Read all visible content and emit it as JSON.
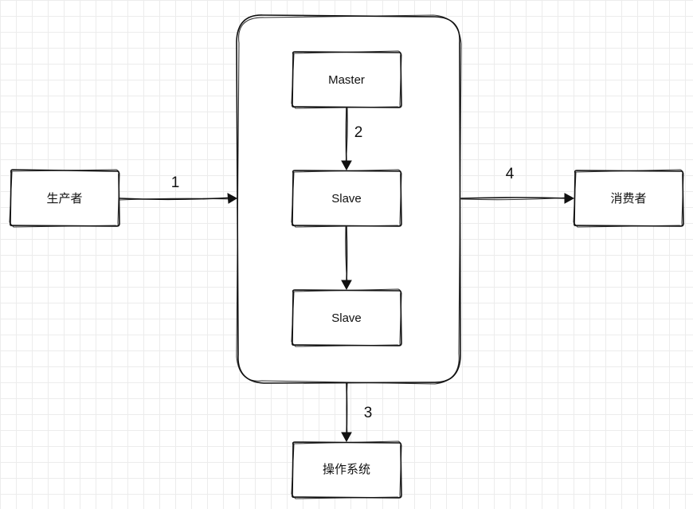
{
  "nodes": {
    "producer": "生产者",
    "master": "Master",
    "slave1": "Slave",
    "slave2": "Slave",
    "consumer": "消费者",
    "os": "操作系统"
  },
  "edges": {
    "producer_to_cluster": "1",
    "master_to_slave": "2",
    "cluster_to_os": "3",
    "cluster_to_consumer": "4"
  }
}
